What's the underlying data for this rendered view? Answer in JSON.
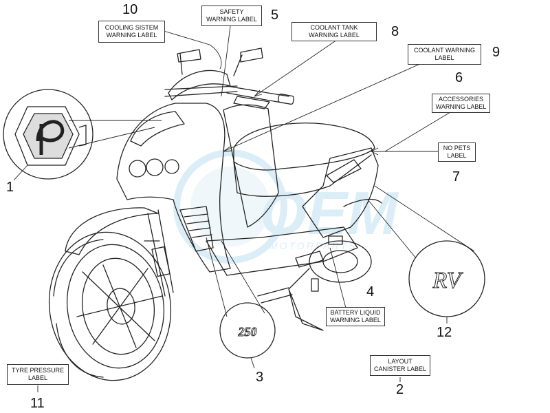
{
  "callouts": [
    {
      "number": "10",
      "lines": [
        "COOLING SISTEM",
        "WARNING LABEL"
      ]
    },
    {
      "number": "5",
      "lines": [
        "SAFETY",
        "WARNING LABEL"
      ]
    },
    {
      "number": "8",
      "lines": [
        "COOLANT TANK",
        "WARNING LABEL"
      ]
    },
    {
      "number": "9",
      "lines": [
        "COOLANT WARNING",
        "LABEL"
      ]
    },
    {
      "number": "6",
      "lines": [
        "ACCESSORIES",
        "WARNING LABEL"
      ]
    },
    {
      "number": "7",
      "lines": [
        "NO PETS",
        "LABEL"
      ]
    },
    {
      "number": "4",
      "lines": [
        "BATTERY LIQUID",
        "WARNING LABEL"
      ]
    },
    {
      "number": "2",
      "lines": [
        "LAYOUT",
        "CANISTER LABEL"
      ]
    },
    {
      "number": "11",
      "lines": [
        "TYRE PRESSURE",
        "LABEL"
      ]
    },
    {
      "number": "1",
      "lines": []
    },
    {
      "number": "3",
      "lines": []
    },
    {
      "number": "12",
      "lines": []
    }
  ],
  "badges": {
    "displacement_text": "250",
    "model_badge_text": "RV"
  },
  "watermark": {
    "brand": "OEM",
    "sub": "MOTORPARTS"
  },
  "colors": {
    "line": "#222222",
    "watermark": "#bfe0f0"
  }
}
